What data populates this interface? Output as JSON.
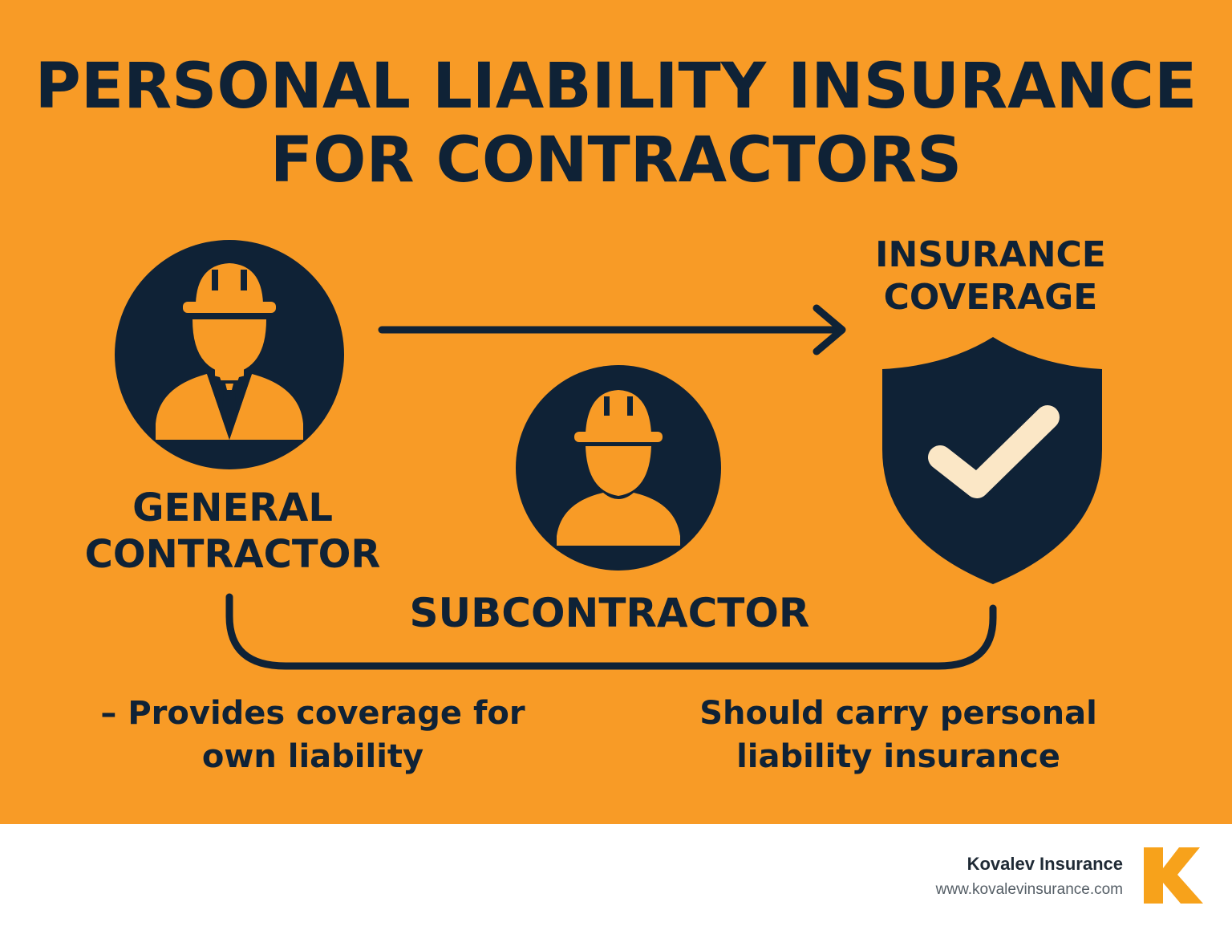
{
  "title": {
    "line1": "PERSONAL LIABILITY INSURANCE",
    "line2": "FOR CONTRACTORS"
  },
  "nodes": {
    "general_contractor": {
      "line1": "GENERAL",
      "line2": "CONTRACTOR",
      "icon": "contractor-hardhat-tie-icon"
    },
    "subcontractor": {
      "label": "SUBCONTRACTOR",
      "icon": "worker-hardhat-icon"
    },
    "insurance_coverage": {
      "line1": "INSURANCE",
      "line2": "COVERAGE",
      "icon": "shield-check-icon"
    }
  },
  "notes": {
    "left": {
      "line1": "– Provides coverage for",
      "line2": "own liability"
    },
    "right": {
      "line1": "Should carry personal",
      "line2": "liability insurance"
    }
  },
  "footer": {
    "brand": "Kovalev Insurance",
    "url": "www.kovalevinsurance.com",
    "logo_letter": "K"
  },
  "colors": {
    "background": "#F89B26",
    "ink": "#0F2236",
    "check": "#FBE7C6",
    "footer_bg": "#FFFFFF"
  }
}
